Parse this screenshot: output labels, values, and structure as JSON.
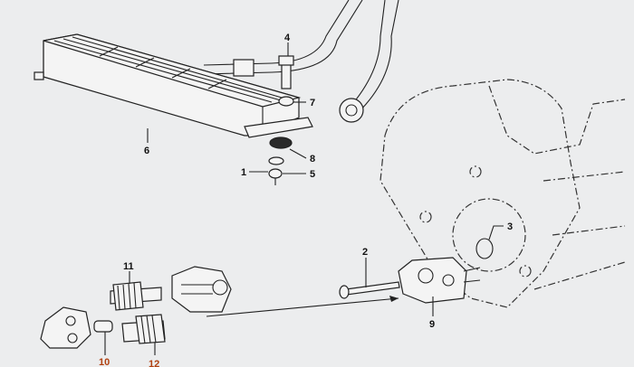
{
  "diagram": {
    "callouts": [
      {
        "id": "4",
        "text": "4"
      },
      {
        "id": "7",
        "text": "7"
      },
      {
        "id": "6",
        "text": "6"
      },
      {
        "id": "8",
        "text": "8"
      },
      {
        "id": "5",
        "text": "5"
      },
      {
        "id": "1",
        "text": "1"
      },
      {
        "id": "3",
        "text": "3"
      },
      {
        "id": "2",
        "text": "2"
      },
      {
        "id": "9",
        "text": "9"
      },
      {
        "id": "11",
        "text": "11"
      },
      {
        "id": "10",
        "text": "10"
      },
      {
        "id": "12",
        "text": "12"
      }
    ],
    "colors": {
      "background": "#ecedee",
      "ink": "#222222",
      "highlight_label": "#b04010"
    }
  }
}
